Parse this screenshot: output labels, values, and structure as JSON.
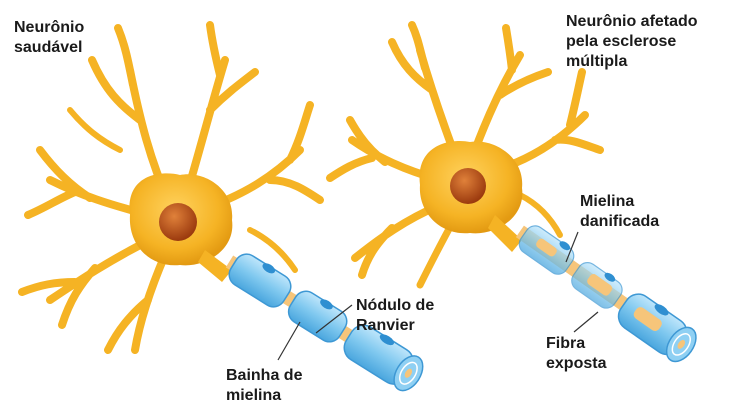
{
  "left_neuron": {
    "title": [
      "Neurônio",
      "saudável"
    ],
    "node_label": [
      "Nódulo de",
      "Ranvier"
    ],
    "sheath_label": [
      "Bainha de",
      "mielina"
    ]
  },
  "right_neuron": {
    "title": [
      "Neurônio afetado",
      "pela esclerose",
      "múltipla"
    ],
    "damaged_label": [
      "Mielina",
      "danificada"
    ],
    "exposed_label": [
      "Fibra",
      "exposta"
    ]
  },
  "colors": {
    "cell_body": "#f5b324",
    "nucleus": "#c5561a",
    "myelin": "#7fc8ef",
    "myelin_dark": "#2f8fd1",
    "axon_fiber": "#f6c57a",
    "label_text": "#1a1a1a"
  }
}
